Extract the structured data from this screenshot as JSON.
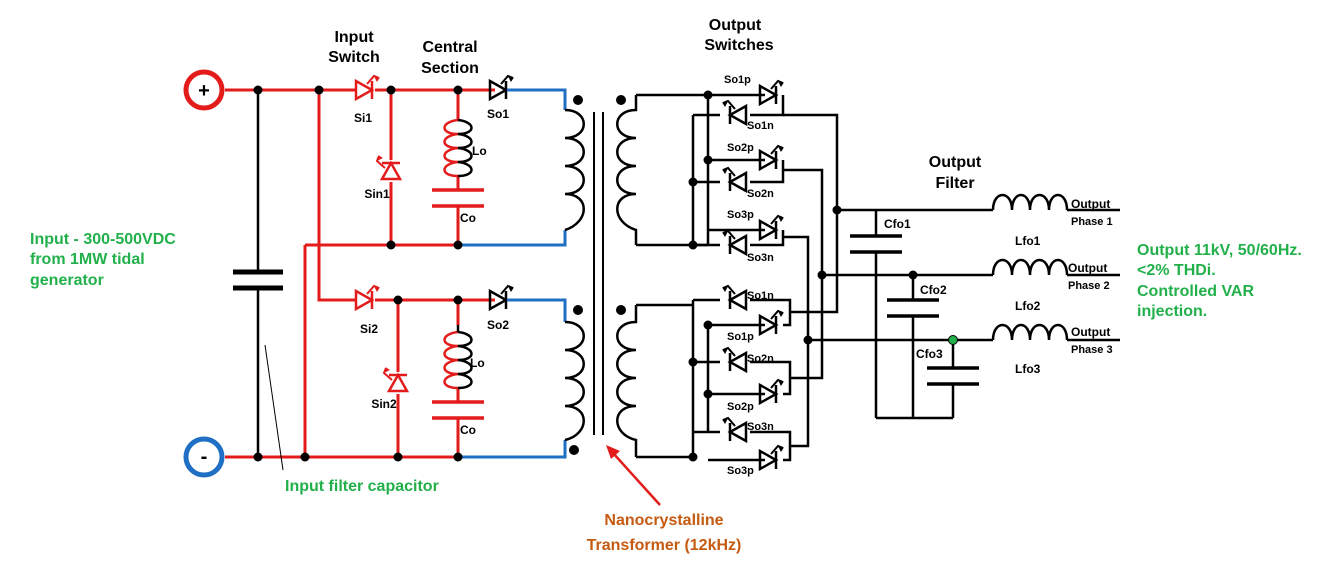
{
  "headings": {
    "input_switch": [
      "Input",
      "Switch"
    ],
    "central_section": [
      "Central",
      "Section"
    ],
    "output_switches": [
      "Output",
      "Switches"
    ],
    "output_filter": [
      "Output",
      "Filter"
    ]
  },
  "terminals": {
    "positive": "+",
    "negative": "-"
  },
  "notes": {
    "input": [
      "Input - 300-500VDC",
      "from 1MW tidal",
      "generator"
    ],
    "input_filter_capacitor": "Input filter capacitor",
    "output": [
      "Output 11kV, 50/60Hz.",
      "<2% THDi.",
      "Controlled VAR",
      "injection."
    ],
    "transformer": [
      "Nanocrystalline",
      "Transformer (12kHz)"
    ]
  },
  "components": {
    "si1": "Si1",
    "sin1": "Sin1",
    "si2": "Si2",
    "sin2": "Sin2",
    "so1": "So1",
    "so2": "So2",
    "lo_top": "Lo",
    "co_top": "Co",
    "lo_bot": "Lo",
    "co_bot": "Co",
    "top_switches": [
      "So1p",
      "So1n",
      "So2p",
      "So2n",
      "So3p",
      "So3n"
    ],
    "bot_switches": [
      "So1n",
      "So1p",
      "So2n",
      "So2p",
      "So3n",
      "So3p"
    ],
    "cfo1": "Cfo1",
    "cfo2": "Cfo2",
    "cfo3": "Cfo3",
    "lfo1": "Lfo1",
    "lfo2": "Lfo2",
    "lfo3": "Lfo3"
  },
  "outputs": [
    {
      "label": "Output",
      "phase": "Phase 1"
    },
    {
      "label": "Output",
      "phase": "Phase 2"
    },
    {
      "label": "Output",
      "phase": "Phase 3"
    }
  ],
  "colors": {
    "red": "#e31b1b",
    "blue": "#1f6fc4",
    "black": "#000000",
    "green": "#22b04b",
    "orange": "#c55a11"
  }
}
